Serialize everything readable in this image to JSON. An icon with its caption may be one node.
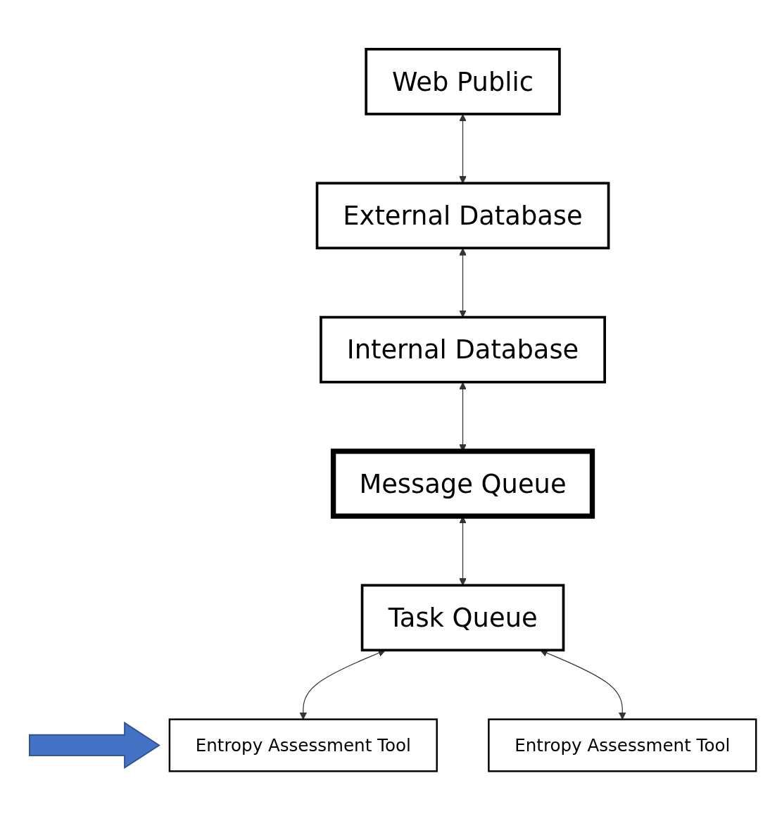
{
  "diagram": {
    "nodes": [
      {
        "text": [
          "Web Public"
        ]
      },
      {
        "text": [
          "External Database"
        ]
      },
      {
        "text": [
          "Internal Database"
        ]
      },
      {
        "text": [
          "Message Queue"
        ]
      },
      {
        "text": [
          "Task Queue"
        ]
      },
      {
        "text": [
          "Entropy Assessment Tool"
        ]
      },
      {
        "text": [
          "Entropy Assessment Tool"
        ]
      }
    ],
    "edges": [
      {
        "from": 0,
        "to": 1,
        "arrow": "both"
      },
      {
        "from": 1,
        "to": 2,
        "arrow": "both"
      },
      {
        "from": 2,
        "to": 3,
        "arrow": "both"
      },
      {
        "from": 3,
        "to": 4,
        "arrow": "both"
      },
      {
        "from": 4,
        "to": 5,
        "arrow": "both"
      },
      {
        "from": 4,
        "to": 6,
        "arrow": "both"
      },
      {
        "from": null,
        "to": 5,
        "arrow": "to",
        "style": "thick",
        "color": "#4472c4"
      }
    ]
  }
}
